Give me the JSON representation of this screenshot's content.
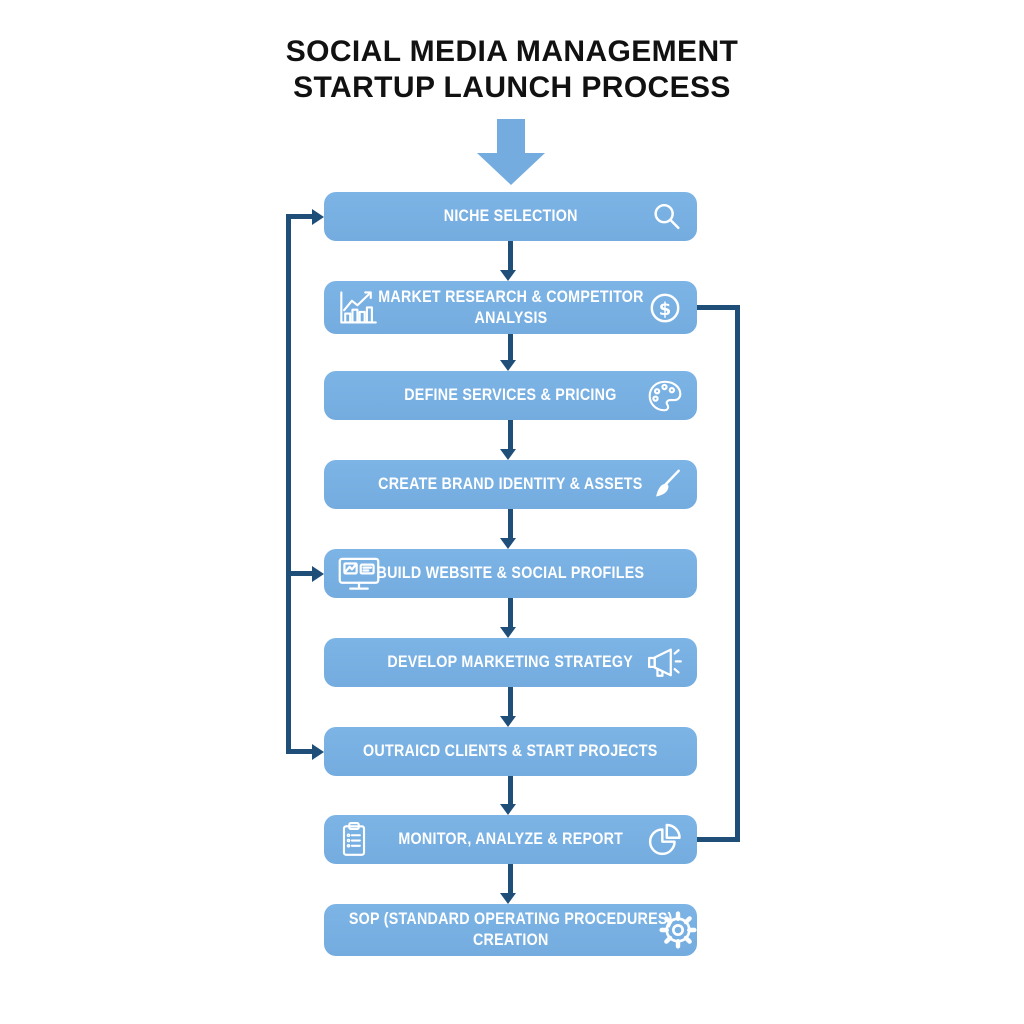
{
  "title": {
    "line1": "SOCIAL MEDIA MANAGEMENT",
    "line2": "STARTUP LAUNCH PROCESS"
  },
  "colors": {
    "background": "#FFFFFF",
    "box_fill": "#74ACDF",
    "box_fill_light": "#7DB4E6",
    "connector_navy": "#1F4E79",
    "big_arrow": "#74ACDF",
    "box_text": "#FFFFFF",
    "title_text": "#111111"
  },
  "steps": [
    {
      "id": "step-1",
      "lines": [
        "NICHE SELECTION"
      ],
      "icon_right": "magnifier"
    },
    {
      "id": "step-2",
      "lines": [
        "MARKET RESEARCH & COMPETITOR",
        "ANALYSIS"
      ],
      "icon_left": "bar-chart",
      "icon_right": "dollar-circle"
    },
    {
      "id": "step-3",
      "lines": [
        "DEFINE SERVICES & PRICING"
      ],
      "icon_right": "palette"
    },
    {
      "id": "step-4",
      "lines": [
        "CREATE BRAND IDENTITY & ASSETS"
      ],
      "icon_right": "paintbrush"
    },
    {
      "id": "step-5",
      "lines": [
        "BUILD WEBSITE & SOCIAL PROFILES"
      ],
      "icon_left": "monitor"
    },
    {
      "id": "step-6",
      "lines": [
        "DEVELOP MARKETING STRATEGY"
      ],
      "icon_right": "megaphone"
    },
    {
      "id": "step-7",
      "lines": [
        "OUTRAICD CLIENTS & START PROJECTS"
      ]
    },
    {
      "id": "step-8",
      "lines": [
        "MONITOR, ANALYZE & REPORT"
      ],
      "icon_left": "clipboard",
      "icon_right": "pie-chart"
    },
    {
      "id": "step-9",
      "lines": [
        "SOP (STANDARD OPERATING PROCEDURES)",
        "CREATION"
      ],
      "icon_right": "gear"
    }
  ],
  "connections": {
    "main_flow": "sequential downward arrows between step 1 through step 9",
    "left_feedback_line": {
      "arrow_targets": [
        "step-1",
        "step-5",
        "step-7"
      ]
    },
    "right_feedback_line": {
      "connects": [
        "step-2",
        "step-8"
      ]
    }
  }
}
